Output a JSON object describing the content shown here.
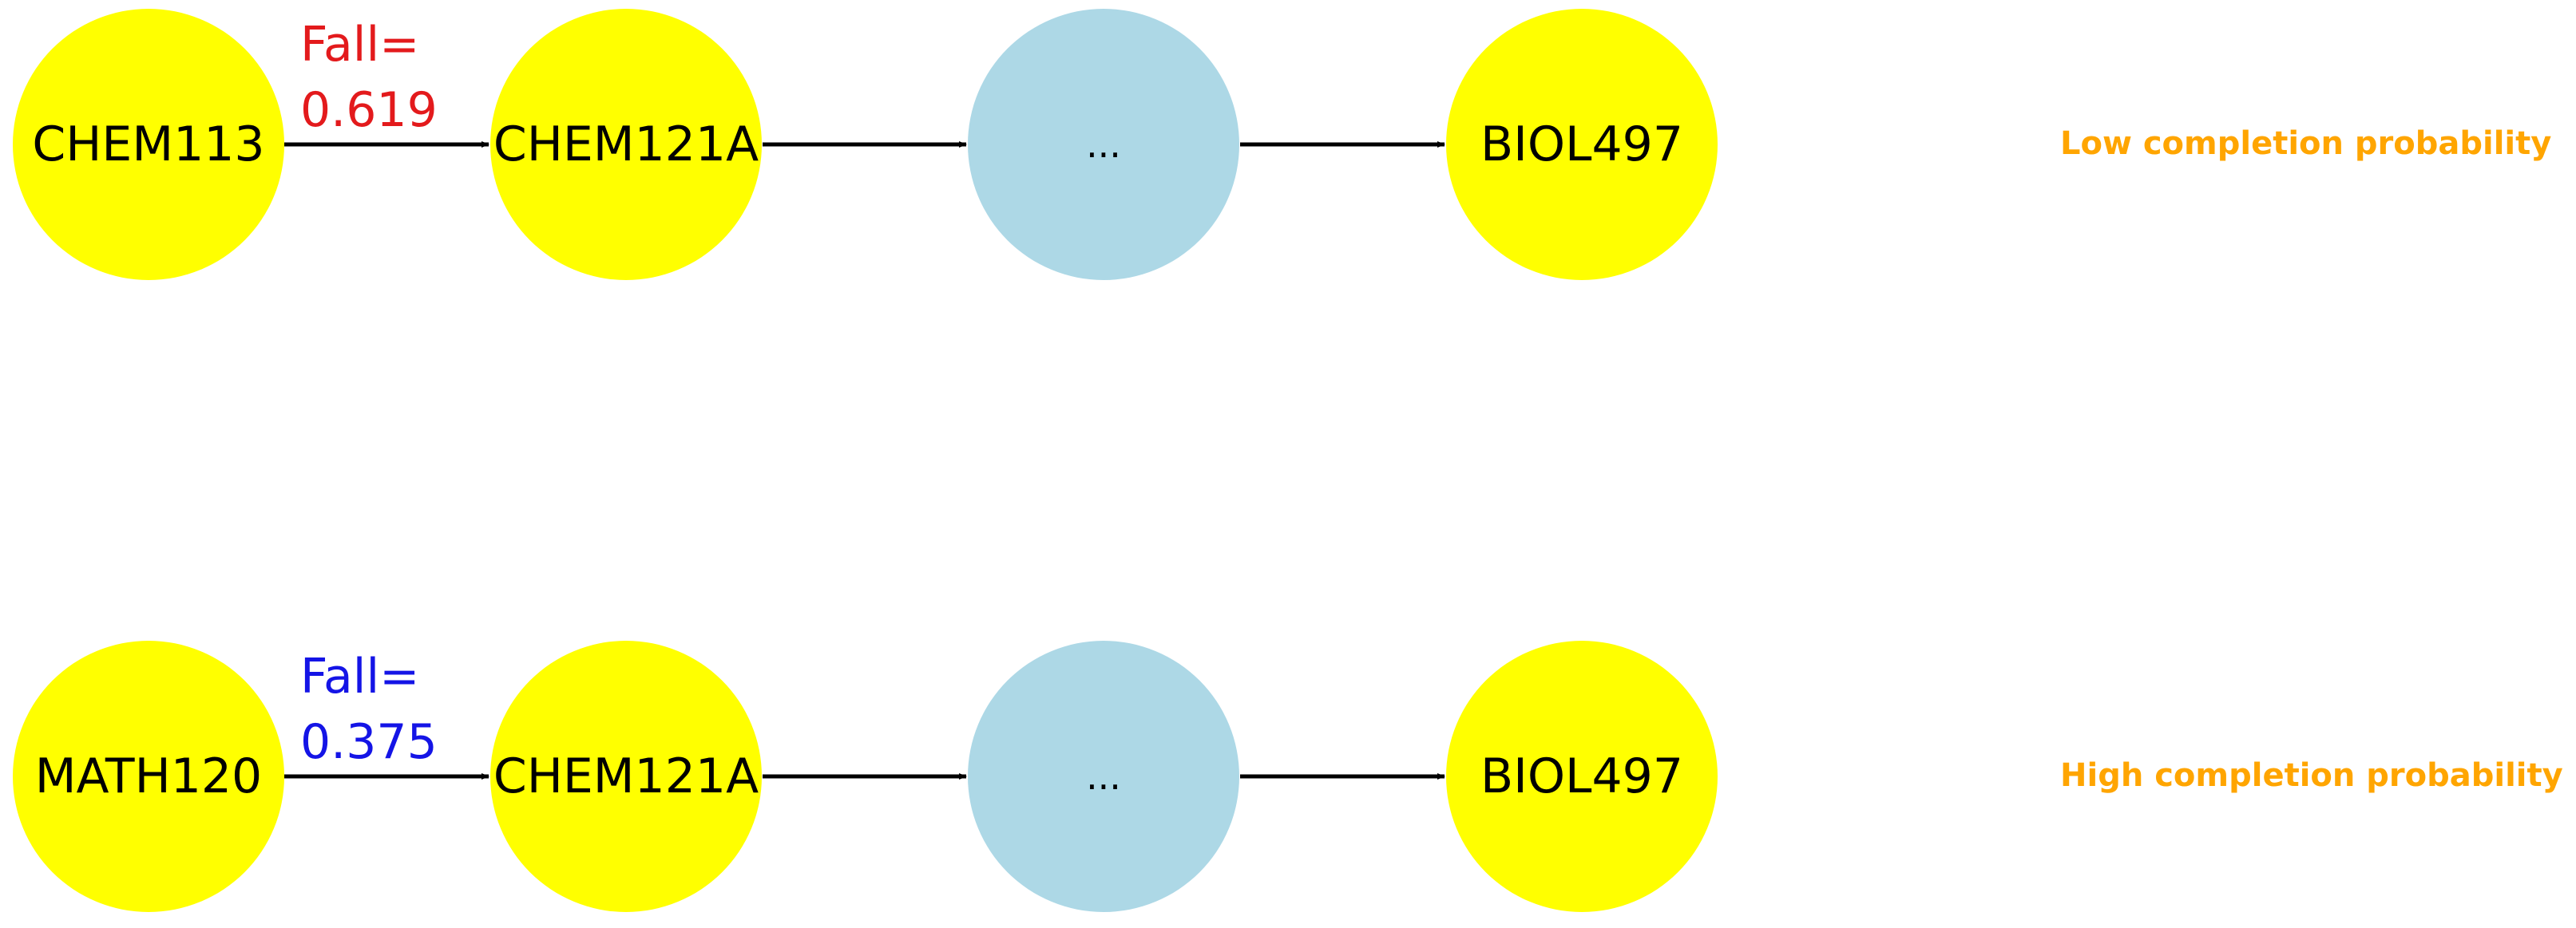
{
  "colors": {
    "course_node": "#FFFF00",
    "placeholder_node": "#ADD8E6",
    "edge": "#000000",
    "low_label": "#E31A1C",
    "high_label": "#1414E6",
    "caption": "#FFA500"
  },
  "rows": [
    {
      "nodes": [
        {
          "label": "CHEM113",
          "kind": "course"
        },
        {
          "label": "CHEM121A",
          "kind": "course"
        },
        {
          "label": "...",
          "kind": "placeholder"
        },
        {
          "label": "BIOL497",
          "kind": "course"
        }
      ],
      "edge_label": {
        "line1": "Fall=",
        "line2": "0.619"
      },
      "caption": "Low completion probability"
    },
    {
      "nodes": [
        {
          "label": "MATH120",
          "kind": "course"
        },
        {
          "label": "CHEM121A",
          "kind": "course"
        },
        {
          "label": "...",
          "kind": "placeholder"
        },
        {
          "label": "BIOL497",
          "kind": "course"
        }
      ],
      "edge_label": {
        "line1": "Fall=",
        "line2": "0.375"
      },
      "caption": "High completion probability"
    }
  ]
}
